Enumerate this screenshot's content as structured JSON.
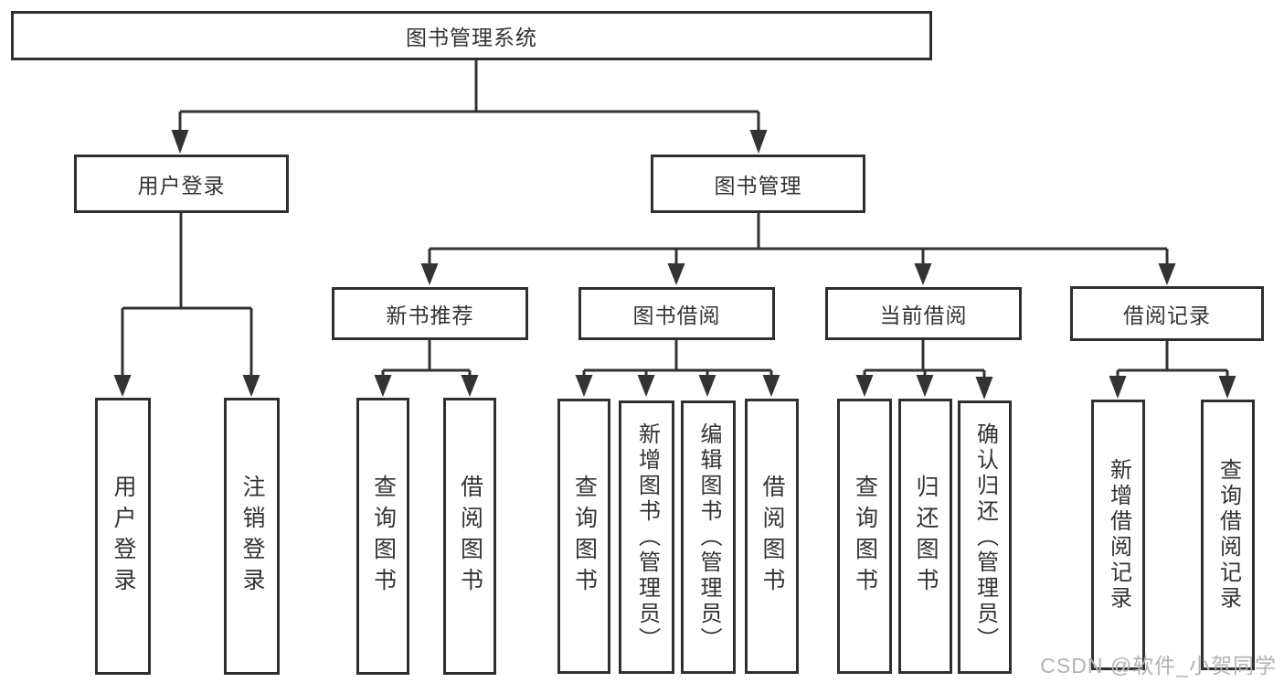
{
  "diagram_title": "图书管理系统",
  "tree": {
    "label": "图书管理系统",
    "children": [
      {
        "label": "用户登录",
        "children": [
          {
            "label": "用户登录"
          },
          {
            "label": "注销登录"
          }
        ]
      },
      {
        "label": "图书管理",
        "children": [
          {
            "label": "新书推荐",
            "children": [
              {
                "label": "查询图书"
              },
              {
                "label": "借阅图书"
              }
            ]
          },
          {
            "label": "图书借阅",
            "children": [
              {
                "label": "查询图书"
              },
              {
                "label": "新增图书（管理员）"
              },
              {
                "label": "编辑图书（管理员）"
              },
              {
                "label": "借阅图书"
              }
            ]
          },
          {
            "label": "当前借阅",
            "children": [
              {
                "label": "查询图书"
              },
              {
                "label": "归还图书"
              },
              {
                "label": "确认归还（管理员）"
              }
            ]
          },
          {
            "label": "借阅记录",
            "children": [
              {
                "label": "新增借阅记录"
              },
              {
                "label": "查询借阅记录"
              }
            ]
          }
        ]
      }
    ]
  },
  "watermark": "CSDN @软件_小贺同学",
  "colors": {
    "line": "#333333",
    "box_border": "#2f2f2f",
    "text": "#333333",
    "watermark": "#b2b2b2",
    "background": "#ffffff"
  }
}
